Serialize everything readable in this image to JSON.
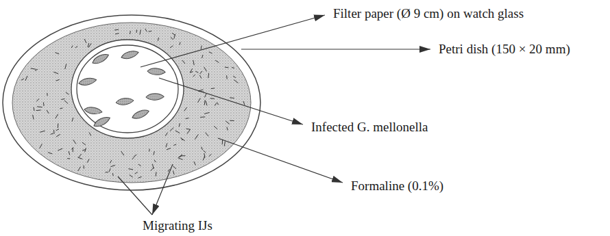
{
  "diagram": {
    "labels": [
      "Filter paper (Ø 9 cm) on watch glass",
      "Petri dish (150 × 20 mm)",
      "Infected G. mellonella",
      "Formaline (0.1%)",
      "Migrating IJs"
    ]
  }
}
